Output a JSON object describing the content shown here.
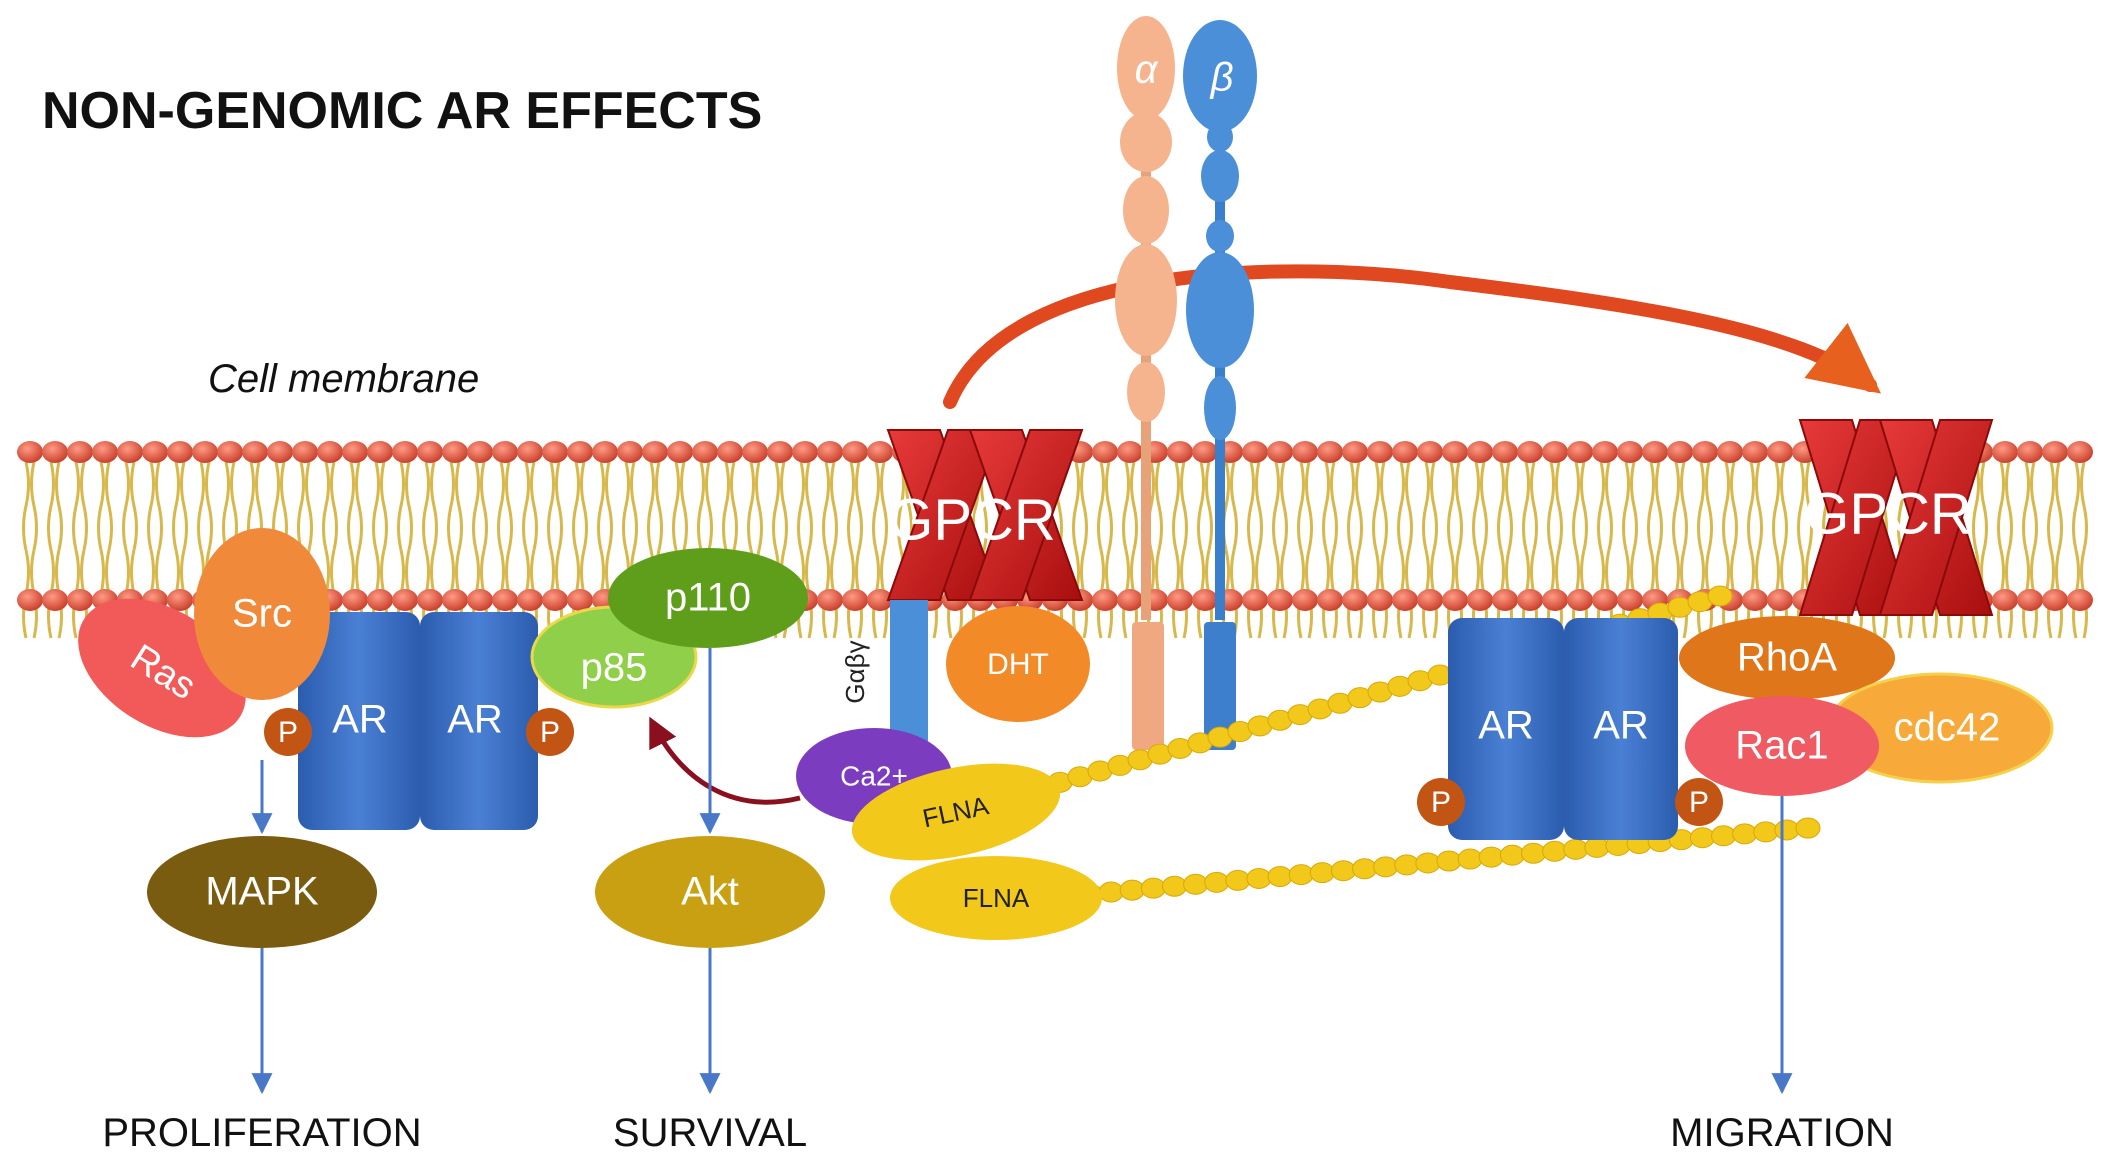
{
  "title": "NON-GENOMIC AR EFFECTS",
  "membrane_label": "Cell membrane",
  "receptors": {
    "gpcr_left": "GPCR",
    "gpcr_right": "GPCR",
    "g_protein": "Gαβγ"
  },
  "integrin": {
    "alpha": "α",
    "beta": "β"
  },
  "proteins": {
    "src": "Src",
    "ras": "Ras",
    "ar1": "AR",
    "ar2": "AR",
    "ar3": "AR",
    "ar4": "AR",
    "p110": "p110",
    "p85": "p85",
    "dht": "DHT",
    "ca": "Ca2+",
    "flna1": "FLNA",
    "flna2": "FLNA",
    "rhoa": "RhoA",
    "rac1": "Rac1",
    "cdc42": "cdc42",
    "mapk": "MAPK",
    "akt": "Akt",
    "phospho": "P"
  },
  "outcomes": {
    "proliferation": "PROLIFERATION",
    "survival": "SURVIVAL",
    "migration": "MIGRATION"
  },
  "colors": {
    "membrane_head": "#e45b43",
    "tail": "#d8b84a",
    "gpcr": "#cc1d1d",
    "ar": "#3a6fc4",
    "src": "#f08a3a",
    "ras": "#f05a5a",
    "p110": "#5f9e1a",
    "p85": "#8fcf4a",
    "dht": "#f28a28",
    "ca": "#7b3cc0",
    "flna": "#f2c81a",
    "rhoa": "#e0761a",
    "rac1": "#f05a62",
    "cdc42": "#f7a93a",
    "mapk": "#7a5c10",
    "akt": "#c9a012",
    "phospho": "#c25414",
    "arrow": "#4a78c8",
    "curved_arrow": "#e04820",
    "alpha": "#f5b48e",
    "beta": "#4a8fd8"
  }
}
